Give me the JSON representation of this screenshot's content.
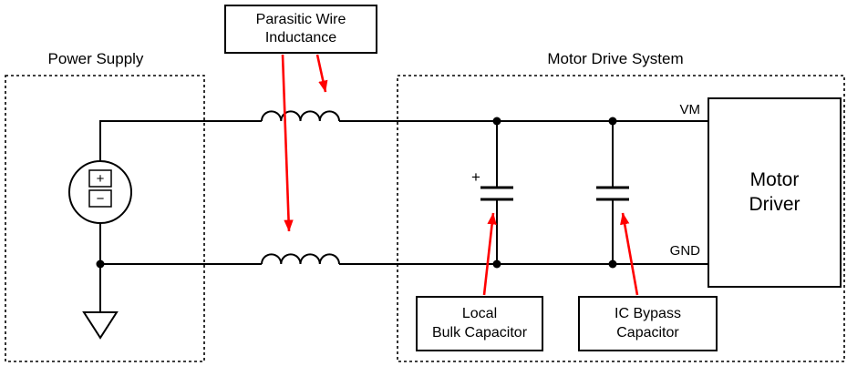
{
  "diagram": {
    "power_supply": {
      "title": "Power Supply"
    },
    "motor_drive_system": {
      "title": "Motor Drive System"
    },
    "callouts": {
      "parasitic_inductance": {
        "line1": "Parasitic Wire",
        "line2": "Inductance"
      },
      "local_bulk_capacitor": {
        "line1": "Local",
        "line2": "Bulk Capacitor"
      },
      "ic_bypass_capacitor": {
        "line1": "IC Bypass",
        "line2": "Capacitor"
      }
    },
    "motor_driver": {
      "line1": "Motor",
      "line2": "Driver"
    },
    "pins": {
      "vm": "VM",
      "gnd": "GND"
    },
    "symbols": {
      "voltage_source_plus": "+",
      "voltage_source_minus": "−",
      "bulk_capacitor_polarity": "+"
    },
    "colors": {
      "wire": "#000000",
      "callout_arrow": "#ff0000",
      "background": "#ffffff",
      "text": "#000000"
    }
  }
}
